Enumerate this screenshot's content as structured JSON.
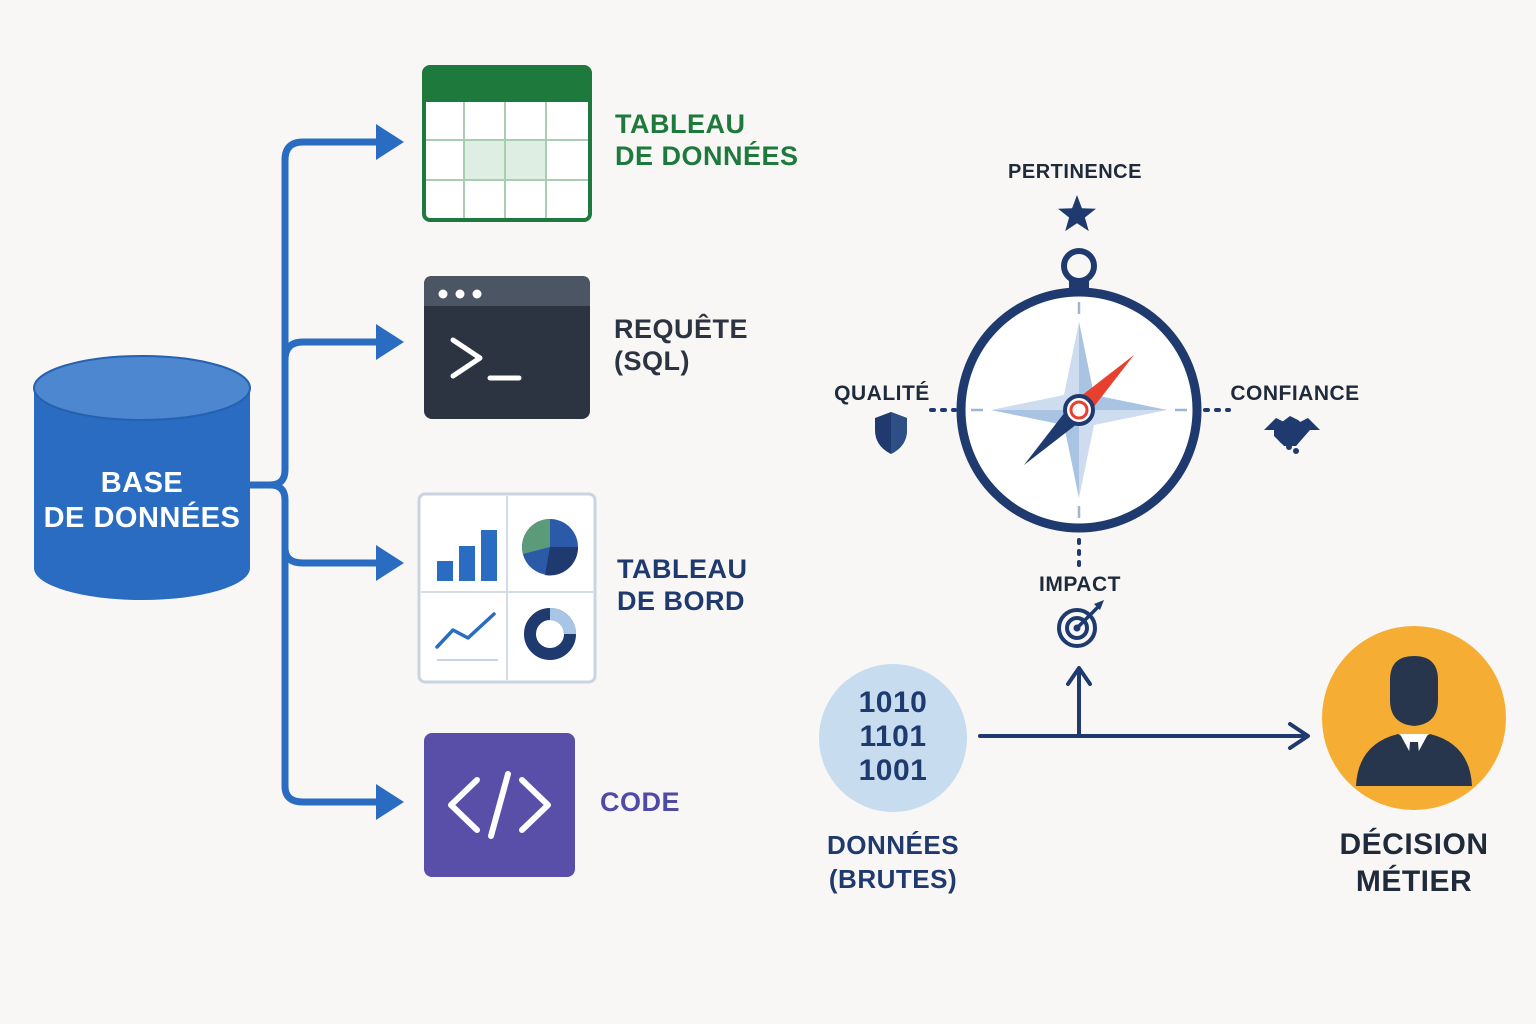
{
  "left": {
    "database": {
      "line1": "BASE",
      "line2": "DE DONNÉES"
    },
    "outputs": [
      {
        "line1": "TABLEAU",
        "line2": "DE DONNÉES",
        "color": "#1e7a3c",
        "icon": "spreadsheet-icon"
      },
      {
        "line1": "REQUÊTE",
        "line2": "(SQL)",
        "color": "#2c3442",
        "icon": "terminal-icon"
      },
      {
        "line1": "TABLEAU",
        "line2": "DE BORD",
        "color": "#1f3a6e",
        "icon": "dashboard-icon"
      },
      {
        "line1": "CODE",
        "line2": "",
        "color": "#4f4aa6",
        "icon": "code-icon"
      }
    ]
  },
  "right": {
    "compass": {
      "top": "PERTINENCE",
      "left": "QUALITÉ",
      "right": "CONFIANCE",
      "bottom": "IMPACT"
    },
    "raw_data": {
      "bits": [
        "1010",
        "1101",
        "1001"
      ],
      "line1": "DONNÉES",
      "line2": "(BRUTES)"
    },
    "decision": {
      "line1": "DÉCISION",
      "line2": "MÉTIER"
    }
  },
  "colors": {
    "blue": "#2a6cc2",
    "navy": "#1f3a6e",
    "green": "#1e7a3c",
    "terminal": "#2c3442",
    "purple": "#5a4fa8",
    "orange": "#f5ad33",
    "red": "#e8402f",
    "light_blue": "#c8dcf0"
  }
}
